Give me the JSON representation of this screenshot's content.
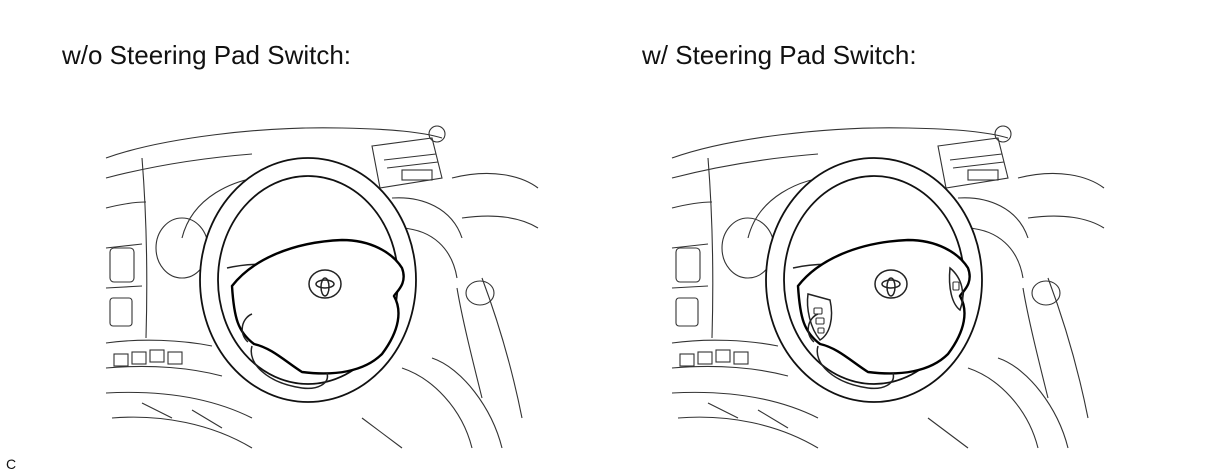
{
  "panels": [
    {
      "title": "w/o Steering Pad Switch:",
      "variant": "without-switch"
    },
    {
      "title": "w/ Steering Pad Switch:",
      "variant": "with-switch"
    }
  ],
  "corner_label": "C",
  "icons": [
    "steering-wheel-icon",
    "toyota-emblem-icon",
    "steering-pad-switch-icon"
  ],
  "colors": {
    "line": "#111111",
    "background": "#ffffff"
  }
}
